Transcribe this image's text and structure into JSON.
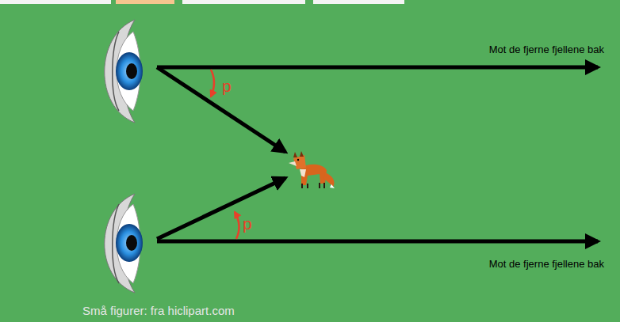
{
  "diagram": {
    "labels": [
      "Mot de fjerne fjellene bak",
      "Mot de fjerne fjellene bak",
      "p",
      "p",
      "Små figurer: fra hiclipart.com"
    ]
  }
}
